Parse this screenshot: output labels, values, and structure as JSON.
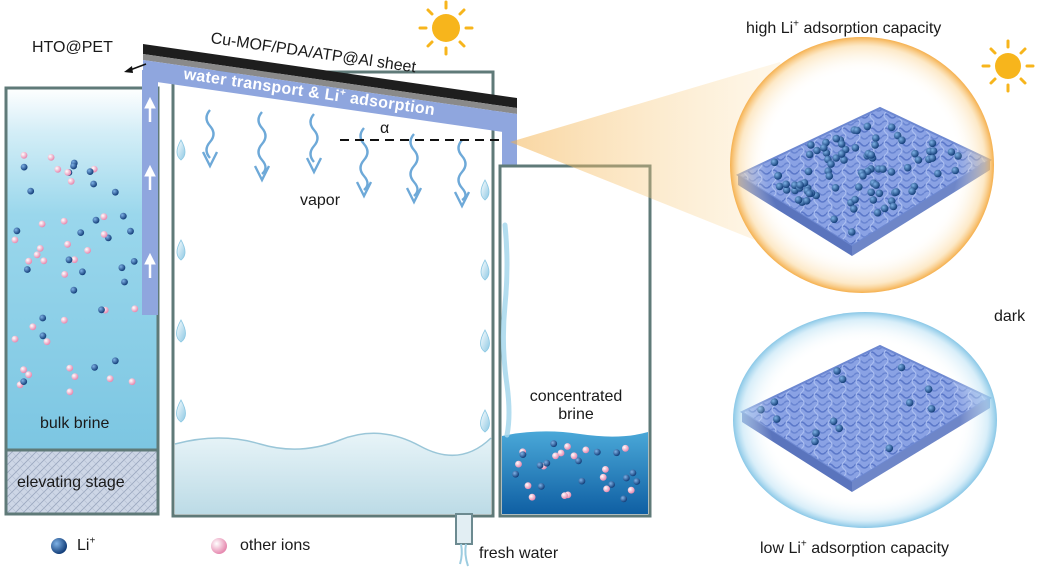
{
  "labels": {
    "hto_pet": "HTO@PET",
    "sheet": "Cu-MOF/PDA/ATP@Al sheet",
    "transport_prefix": "water transport & Li",
    "transport_sup": "+",
    "transport_suffix": " adsorption",
    "alpha": "α",
    "vapor": "vapor",
    "bulk_brine": "bulk brine",
    "elevating_stage": "elevating stage",
    "concentrated_brine_line1": "concentrated",
    "concentrated_brine_line2": "brine",
    "fresh_water": "fresh water",
    "high_prefix": "high Li",
    "high_sup": "+",
    "high_suffix": " adsorption capacity",
    "dark": "dark",
    "low_prefix": "low Li",
    "low_sup": "+",
    "low_suffix": " adsorption capacity"
  },
  "legend": {
    "li_prefix": "Li",
    "li_sup": "+",
    "other_ions": "other ions"
  },
  "colors": {
    "li_ion": "#1f5fa3",
    "other_ion": "#f0a6c4",
    "brine_blue": "#8fd3ea",
    "transport_band": "#8fa6de",
    "frame": "#5f7a78",
    "sun": "#f7b51c",
    "concentrated_brine": "#1d6fb0"
  },
  "icons": [
    "sun-icon",
    "sun-icon",
    "water-droplet-icon",
    "vapor-arrow-icon",
    "flow-arrow-icon"
  ]
}
